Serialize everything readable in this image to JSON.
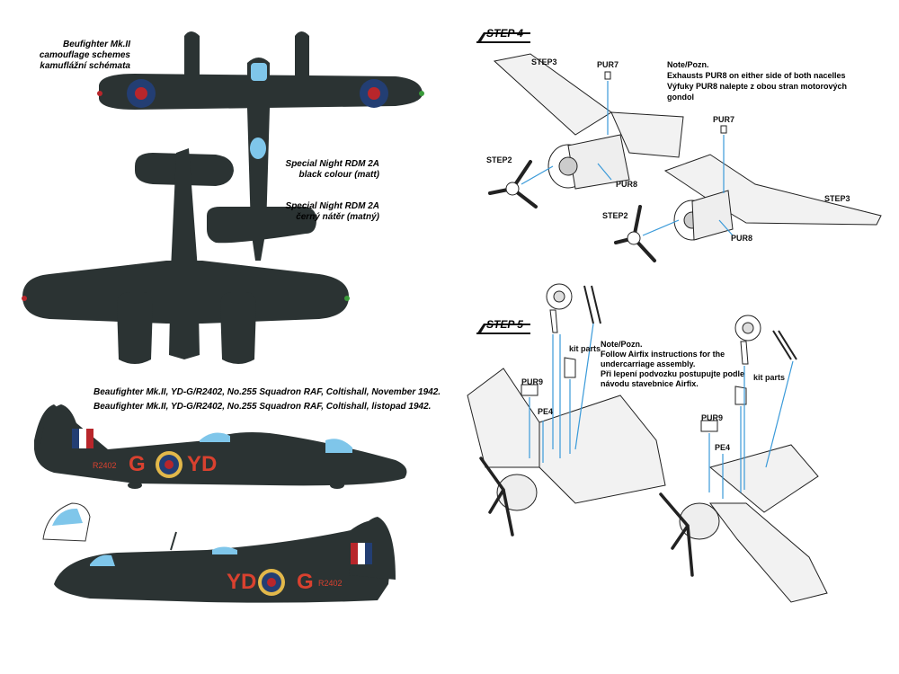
{
  "left": {
    "scheme_title": [
      "Beufighter Mk.II",
      "camouflage schemes",
      "kamuflážní schémata"
    ],
    "color_note_en": [
      "Special Night RDM 2A",
      "black colour (matt)"
    ],
    "color_note_cz": [
      "Special Night RDM 2A",
      "černý nátěr (matný)"
    ],
    "caption_en": "Beaufighter Mk.II, YD-G/R2402, No.255 Squadron RAF, Coltishall, November 1942.",
    "caption_cz": "Beaufighter Mk.II, YD-G/R2402, No.255 Squadron RAF, Coltishall, listopad 1942.",
    "top_code_letter": "G",
    "top_code_squadron": "YD",
    "top_serial": "R2402",
    "bottom_code_squadron": "YD",
    "bottom_code_letter": "G",
    "bottom_serial": "R2402"
  },
  "step4": {
    "title": "STEP 4",
    "labels": {
      "step3_a": "STEP3",
      "pur7_a": "PUR7",
      "pur7_b": "PUR7",
      "step2_a": "STEP2",
      "step2_b": "STEP2",
      "pur8_a": "PUR8",
      "pur8_b": "PUR8",
      "step3_b": "STEP3"
    },
    "note": [
      "Note/Pozn.",
      "Exhausts PUR8 on either side of both nacelles",
      "Výfuky PUR8 nalepte z obou stran motorových gondol"
    ]
  },
  "step5": {
    "title": "STEP 5",
    "labels": {
      "kit_parts_a": "kit parts",
      "kit_parts_b": "kit parts",
      "pur9_a": "PUR9",
      "pe4_a": "PE4",
      "pur9_b": "PUR9",
      "pe4_b": "PE4"
    },
    "note": [
      "Note/Pozn.",
      "Follow Airfix instructions for the",
      "undercarriage assembly.",
      "Při lepení podvozku postupujte podle",
      "návodu stavebnice Airfix."
    ]
  },
  "colors": {
    "aircraft": "#2b3333",
    "roundel_blue": "#233e73",
    "roundel_red": "#b8262b",
    "roundel_yellow": "#e2b84a",
    "code_red": "#d9412f",
    "canopy": "#7fc6ea",
    "arrow": "#3a9ad9"
  }
}
